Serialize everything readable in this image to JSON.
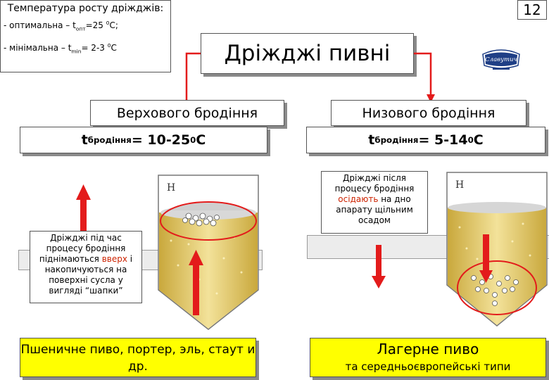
{
  "slide_number": "12",
  "temperature": {
    "title": "Температура росту дріжджів:",
    "opt_prefix": "- оптимальна – t",
    "opt_sub": "опт",
    "opt_value": "=25 ",
    "opt_deg": "0",
    "opt_unit": "С;",
    "min_prefix": "- мінімальна – t",
    "min_sub": "min",
    "min_value": "= 2-3 ",
    "min_deg": "0",
    "min_unit": "С"
  },
  "title": "Дріжджі пивні",
  "logo_text": "Славутич",
  "top_fermentation": {
    "heading": "Верхового бродіння",
    "t_letter": "t",
    "t_sub": "бродіння",
    "t_value": " = 10-25",
    "t_deg": "0",
    "t_unit": "С",
    "note_part1": "Дріжджі під час процесу бродіння піднімаються ",
    "note_highlight": "вверх",
    "note_part2": " і накопичуються на поверхні сусла у вигляді “шапки”",
    "tank_label": "H",
    "beer_types": "Пшеничне пиво, портер, эль, стаут и др."
  },
  "bottom_fermentation": {
    "heading": "Низового бродіння",
    "t_letter": "t",
    "t_sub": "бродіння",
    "t_value": " = 5-14",
    "t_deg": "0",
    "t_unit": "С",
    "note_part1": "Дріжджі після процесу бродіння ",
    "note_highlight": "осідають",
    "note_part2": " на дно апарату щільним осадом",
    "tank_label": "H",
    "beer_title": "Лагерне пиво",
    "beer_subtitle": "та середньоєвропейські типи"
  },
  "colors": {
    "arrow": "#e31b1b",
    "beer": "#e8d27a",
    "yellow": "#ffff00",
    "note_red": "#cc2200"
  }
}
